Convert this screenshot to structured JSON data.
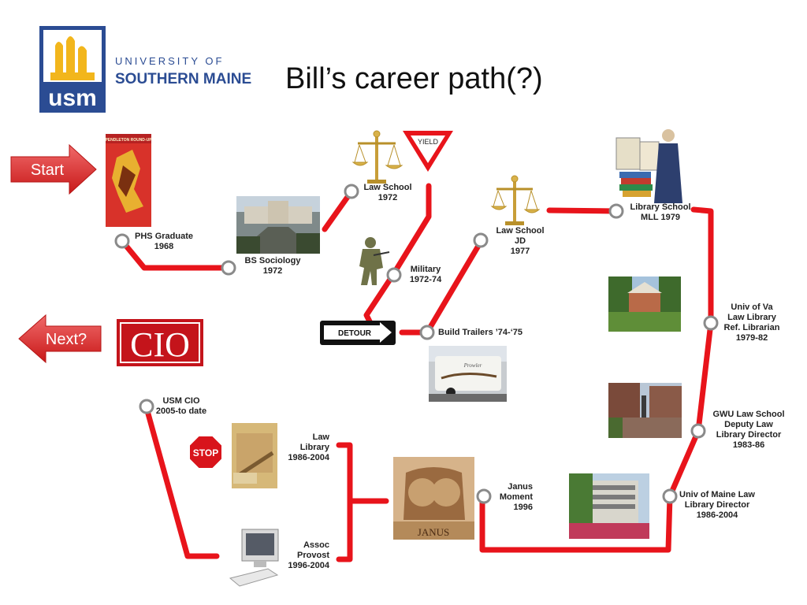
{
  "slide": {
    "title": "Bill’s career path(?)",
    "university_line1": "UNIVERSITY OF",
    "university_line2": "SOUTHERN MAINE",
    "logo_text": "usm"
  },
  "arrows": {
    "start_label": "Start",
    "next_label": "Next?"
  },
  "signs": {
    "yield": "YIELD",
    "detour": "DETOUR",
    "stop": "STOP",
    "cio": "CIO",
    "janus": "JANUS",
    "poster_text": "PENDLETON ROUND-UP",
    "trailer_text": "Prowler"
  },
  "milestones": {
    "phs": [
      "PHS Graduate",
      "1968"
    ],
    "bs": [
      "BS Sociology",
      "1972"
    ],
    "law1972": [
      "Law School",
      "1972"
    ],
    "military": [
      "Military",
      "1972-74"
    ],
    "trailers": [
      "Build Trailers ’74-‘75"
    ],
    "lawjd": [
      "Law School",
      "JD",
      "1977"
    ],
    "libschool": [
      "Library School",
      "MLL 1979"
    ],
    "uva": [
      "Univ of Va",
      "Law Library",
      "Ref. Librarian",
      "1979-82"
    ],
    "gwu": [
      "GWU Law School",
      "Deputy Law",
      "Library Director",
      "1983-86"
    ],
    "umaine": [
      "Univ of Maine Law",
      "Library Director",
      "1986-2004"
    ],
    "janus": [
      "Janus",
      "Moment",
      "1996"
    ],
    "lawlib": [
      "Law",
      "Library",
      "1986-2004"
    ],
    "provost": [
      "Assoc",
      "Provost",
      "1996-2004"
    ],
    "cio": [
      "USM CIO",
      "2005-to date"
    ]
  },
  "colors": {
    "path_red": "#e8141b",
    "node_gray": "#8a8a8a",
    "usm_blue": "#2b4c93",
    "usm_gold": "#f2b61c",
    "arrow_red": "#e53a3a"
  }
}
